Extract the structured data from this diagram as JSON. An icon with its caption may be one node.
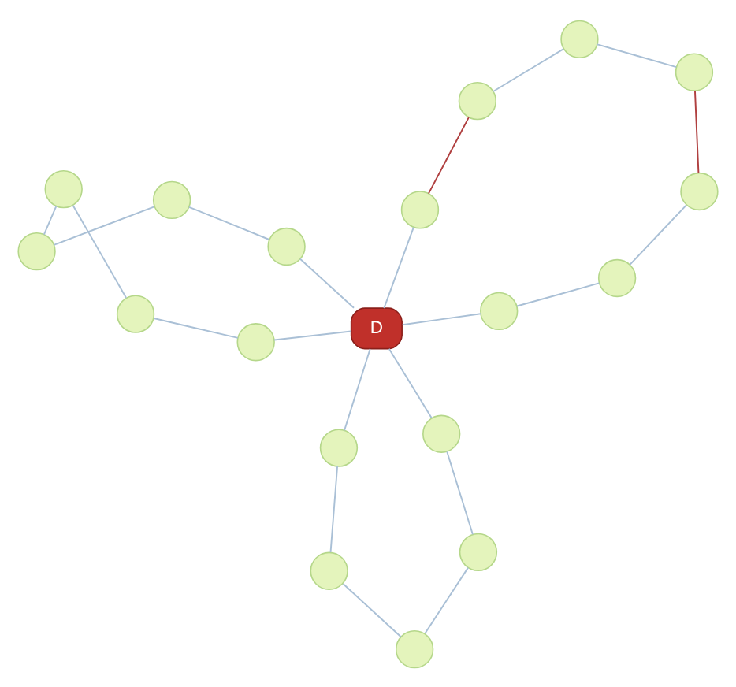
{
  "diagram": {
    "nodes": [
      {
        "text": [
          "D"
        ]
      },
      {
        "text": [],
        "shape": "circle"
      },
      {
        "text": [],
        "shape": "circle"
      },
      {
        "text": [],
        "shape": "circle"
      },
      {
        "text": [],
        "shape": "circle"
      },
      {
        "text": [],
        "shape": "circle"
      },
      {
        "text": [],
        "shape": "circle"
      },
      {
        "text": [],
        "shape": "circle"
      },
      {
        "text": [],
        "shape": "circle"
      },
      {
        "text": [],
        "shape": "circle"
      },
      {
        "text": [],
        "shape": "circle"
      },
      {
        "text": [],
        "shape": "circle"
      },
      {
        "text": [],
        "shape": "circle"
      },
      {
        "text": [],
        "shape": "circle"
      },
      {
        "text": [],
        "shape": "circle"
      },
      {
        "text": [],
        "shape": "circle"
      },
      {
        "text": [],
        "shape": "circle"
      },
      {
        "text": [],
        "shape": "circle"
      },
      {
        "text": [],
        "shape": "circle"
      }
    ],
    "edges": [
      {
        "from": 0,
        "to": 1,
        "arrow": "none"
      },
      {
        "from": 1,
        "to": 2,
        "arrow": "none"
      },
      {
        "from": 2,
        "to": 3,
        "arrow": "none"
      },
      {
        "from": 3,
        "to": 4,
        "arrow": "none"
      },
      {
        "from": 4,
        "to": 5,
        "arrow": "none"
      },
      {
        "from": 5,
        "to": 6,
        "arrow": "none"
      },
      {
        "from": 6,
        "to": 0,
        "arrow": "none"
      },
      {
        "from": 0,
        "to": 7,
        "arrow": "none"
      },
      {
        "from": 7,
        "to": 8,
        "arrow": "none"
      },
      {
        "from": 8,
        "to": 9,
        "arrow": "none"
      },
      {
        "from": 9,
        "to": 10,
        "arrow": "none"
      },
      {
        "from": 10,
        "to": 11,
        "arrow": "none"
      },
      {
        "from": 11,
        "to": 0,
        "arrow": "none"
      },
      {
        "from": 0,
        "to": 12,
        "arrow": "none"
      },
      {
        "from": 12,
        "to": 13,
        "arrow": "none"
      },
      {
        "from": 13,
        "to": 14,
        "arrow": "none"
      },
      {
        "from": 14,
        "to": 15,
        "arrow": "none",
        "color": "#b04040"
      },
      {
        "from": 15,
        "to": 16,
        "arrow": "none"
      },
      {
        "from": 16,
        "to": 17,
        "arrow": "none"
      },
      {
        "from": 17,
        "to": 18,
        "arrow": "none",
        "color": "#b04040"
      },
      {
        "from": 18,
        "to": 0,
        "arrow": "none"
      }
    ]
  }
}
